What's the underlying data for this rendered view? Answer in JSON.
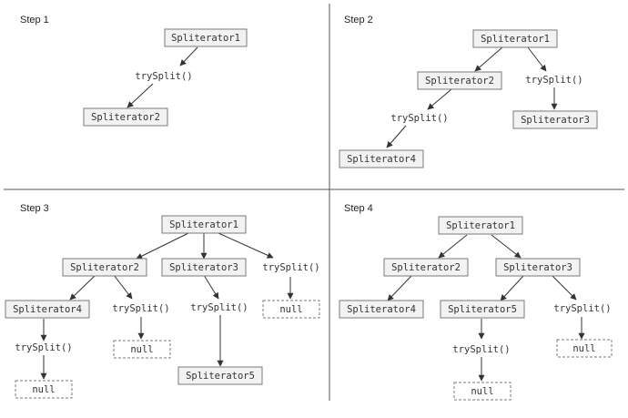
{
  "steps": [
    {
      "title": "Step 1",
      "boxes": [
        "Spliterator1",
        "Spliterator2"
      ],
      "calls": [
        "trySplit()"
      ]
    },
    {
      "title": "Step 2",
      "boxes": [
        "Spliterator1",
        "Spliterator2",
        "Spliterator3",
        "Spliterator4"
      ],
      "calls": [
        "trySplit()",
        "trySplit()"
      ]
    },
    {
      "title": "Step 3",
      "boxes": [
        "Spliterator1",
        "Spliterator2",
        "Spliterator3",
        "Spliterator4",
        "Spliterator5",
        "null",
        "null",
        "null"
      ],
      "calls": [
        "trySplit()",
        "trySplit()",
        "trySplit()",
        "trySplit()"
      ]
    },
    {
      "title": "Step 4",
      "boxes": [
        "Spliterator1",
        "Spliterator2",
        "Spliterator3",
        "Spliterator4",
        "Spliterator5",
        "null",
        "null"
      ],
      "calls": [
        "trySplit()",
        "trySplit()"
      ]
    }
  ]
}
